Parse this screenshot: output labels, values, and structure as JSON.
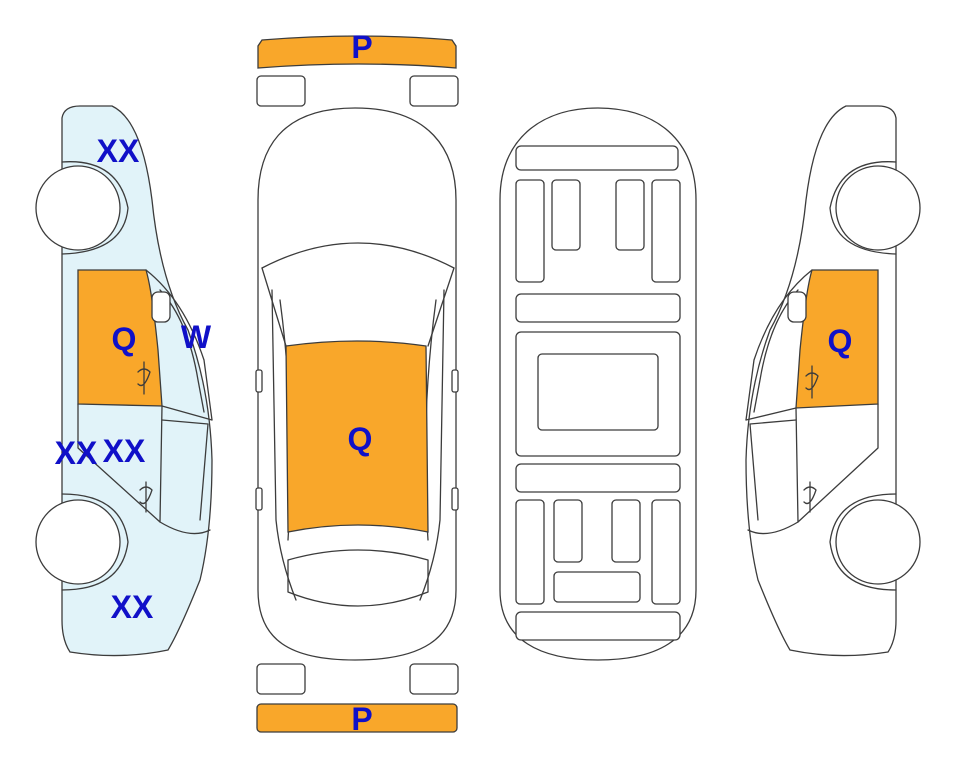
{
  "colors": {
    "damage_orange": "#F9A72A",
    "light_blue": "#E1F3F9",
    "label_blue": "#1010C8",
    "outline": "#3C3C3C"
  },
  "labels": {
    "front_bumper": "P",
    "rear_bumper": "P",
    "left_upper": "XX",
    "left_door_front": "Q",
    "left_mirror": "W",
    "left_mid_a": "XX",
    "left_mid_b": "XX",
    "left_lower": "XX",
    "hood": "Q",
    "right_door": "Q"
  }
}
